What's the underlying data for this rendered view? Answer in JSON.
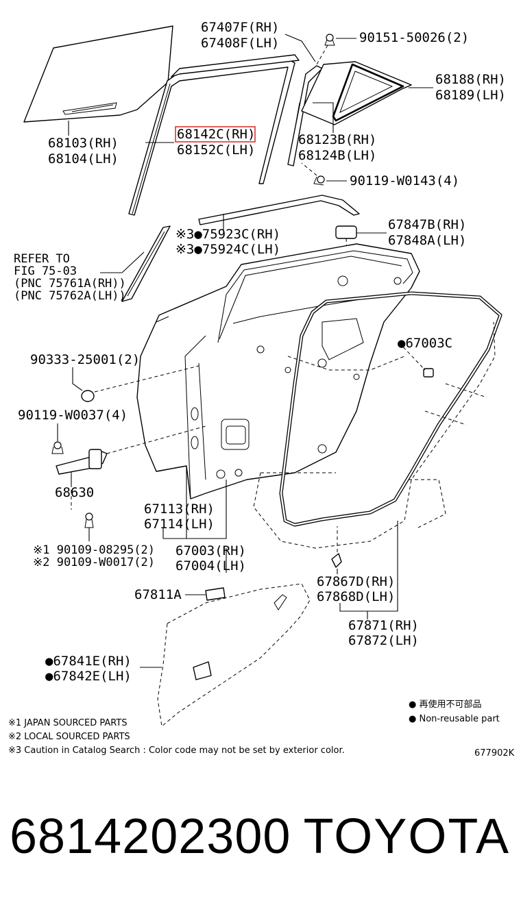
{
  "callouts": {
    "c67407F": "67407F(RH)",
    "c67408F": "67408F(LH)",
    "c90151": "90151-50026(2)",
    "c68188": "68188(RH)",
    "c68189": "68189(LH)",
    "c68103": "68103(RH)",
    "c68104": "68104(LH)",
    "c68142C": "68142C(RH)",
    "c68152C": "68152C(LH)",
    "c68123B": "68123B(RH)",
    "c68124B": "68124B(LH)",
    "c90119a": "90119-W0143(4)",
    "c75923C": "※3●75923C(RH)",
    "c75924C": "※3●75924C(LH)",
    "c67847B": "67847B(RH)",
    "c67848A": "67848A(LH)",
    "refer1": "REFER TO",
    "refer2": "FIG 75-03",
    "refer3": "(PNC 75761A(RH))",
    "refer4": "(PNC 75762A(LH))",
    "c90333": "90333-25001(2)",
    "c67003C": "●67003C",
    "c90119b": "90119-W0037(4)",
    "c68630": "68630",
    "c67113": "67113(RH)",
    "c67114": "67114(LH)",
    "c67003": "67003(RH)",
    "c67004": "67004(LH)",
    "c90109a": "※1 90109-08295(2)",
    "c90109b": "※2 90109-W0017(2)",
    "c67867D": "67867D(RH)",
    "c67868D": "67868D(LH)",
    "c67811A": "67811A",
    "c67871": "67871(RH)",
    "c67872": "67872(LH)",
    "c67841E": "●67841E(RH)",
    "c67842E": "●67842E(LH)"
  },
  "legend": {
    "jp": "● 再使用不可部品",
    "en": "● Non-reusable part"
  },
  "notes": {
    "n1": "※1 JAPAN SOURCED PARTS",
    "n2": "※2 LOCAL SOURCED PARTS",
    "n3": "※3 Caution in Catalog Search : Color code may not be set by exterior color."
  },
  "diagram_code": "677902K",
  "highlighted_part": "68142C(RH)",
  "highlight_color": "#e03030",
  "footer": {
    "part_number": "6814202300",
    "brand": "TOYOTA"
  }
}
